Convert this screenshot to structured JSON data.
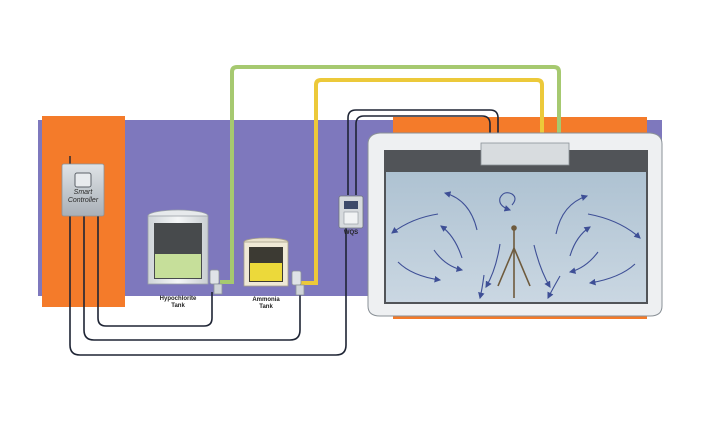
{
  "controller": {
    "line1": "Smart",
    "line2": "Controller"
  },
  "hypochlorite_tank": {
    "line1": "Hypochlorite",
    "line2": "Tank",
    "fill_color": "#c6df9a"
  },
  "ammonia_tank": {
    "line1": "Ammonia",
    "line2": "Tank",
    "fill_color": "#ecd93a"
  },
  "sensor": {
    "label": "WQS"
  },
  "colors": {
    "background_band": "#7e78bd",
    "accent_orange": "#f47b2a",
    "pipe_green": "#a6c970",
    "pipe_yellow": "#ecc93a",
    "wire": "#1e2434",
    "water": "#bfd0de",
    "arrow": "#3e4f96"
  }
}
